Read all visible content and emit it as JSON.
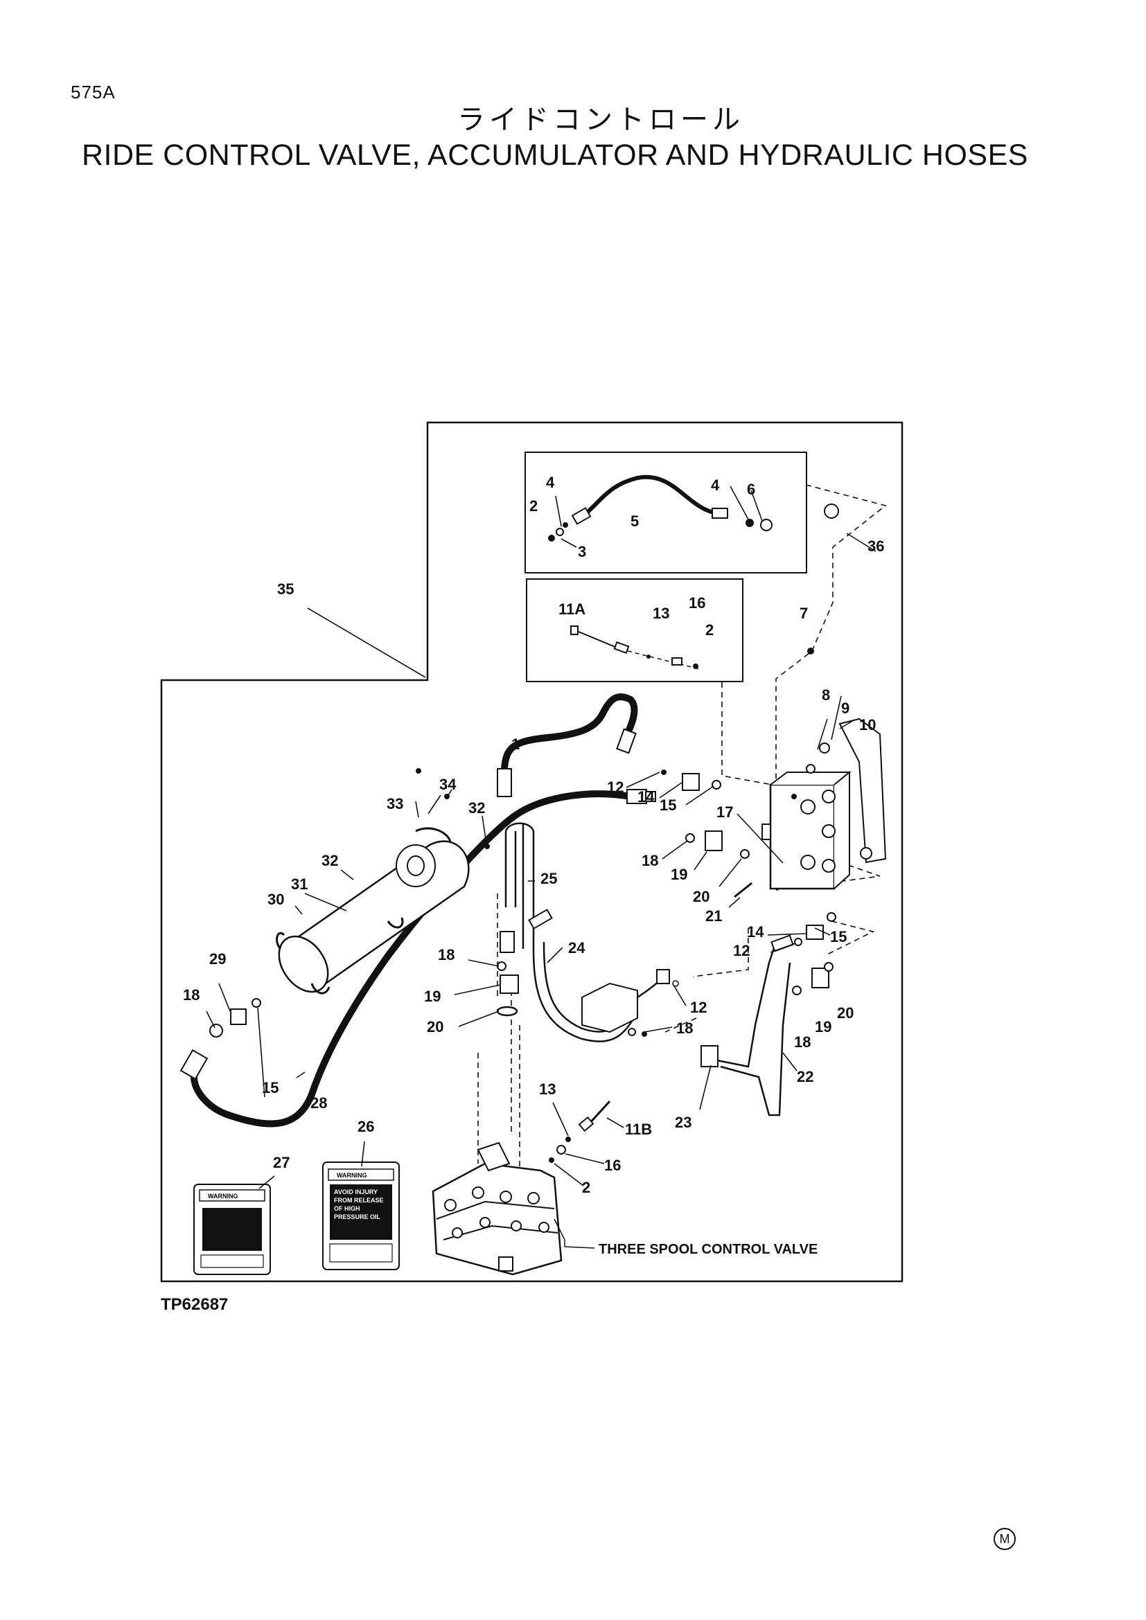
{
  "page_code": "575A",
  "title_jp": "ライドコントロール",
  "title_en": "RIDE CONTROL VALVE, ACCUMULATOR AND HYDRAULIC HOSES",
  "figure_code": "TP62687",
  "corner_mark": "M",
  "assembly_label": "THREE SPOOL CONTROL VALVE",
  "decal_27_header": "WARNING",
  "decal_26_header": "WARNING",
  "decal_26_lines": [
    "AVOID INJURY",
    "FROM RELEASE",
    "OF HIGH",
    "PRESSURE OIL"
  ],
  "callouts": {
    "c1": "1",
    "c2a": "2",
    "c2b": "2",
    "c2c": "2",
    "c3": "3",
    "c4a": "4",
    "c4b": "4",
    "c5": "5",
    "c6": "6",
    "c7": "7",
    "c8": "8",
    "c9": "9",
    "c10": "10",
    "c11a": "11A",
    "c11b": "11B",
    "c12a": "12",
    "c12b": "12",
    "c12c": "12",
    "c13a": "13",
    "c13b": "13",
    "c14a": "14",
    "c14b": "14",
    "c15a": "15",
    "c15b": "15",
    "c15c": "15",
    "c16a": "16",
    "c16b": "16",
    "c17": "17",
    "c18a": "18",
    "c18b": "18",
    "c18c": "18",
    "c18d": "18",
    "c18e": "18",
    "c19a": "19",
    "c19b": "19",
    "c19c": "19",
    "c20a": "20",
    "c20b": "20",
    "c20c": "20",
    "c21": "21",
    "c22": "22",
    "c23": "23",
    "c24": "24",
    "c25": "25",
    "c26": "26",
    "c27": "27",
    "c28": "28",
    "c29": "29",
    "c30": "30",
    "c31": "31",
    "c32a": "32",
    "c32b": "32",
    "c33": "33",
    "c34": "34",
    "c35": "35",
    "c36": "36"
  }
}
